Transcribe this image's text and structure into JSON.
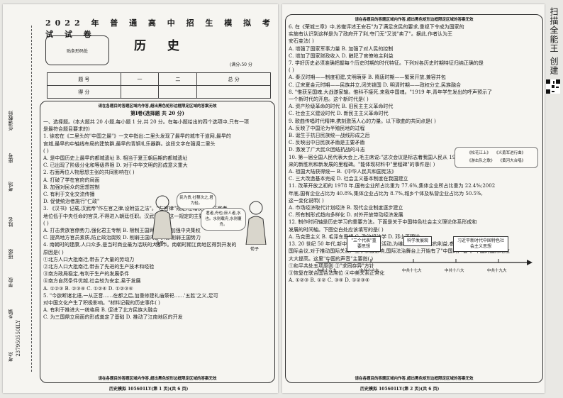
{
  "page1": {
    "year_title": "2022 年 普 通 高 中 招 生 模 拟 考 试 试 卷",
    "stamp_text": "贴条形码处",
    "subject": "历 史",
    "time_note": "(满分:50 分",
    "score_table": {
      "row1": [
        "题  号",
        "一",
        "二",
        "总  分"
      ],
      "row2_label": "得  分"
    },
    "side_labels": [
      "任课教师",
      "座号",
      "考场",
      "姓名",
      "班级",
      "学校",
      "乡镇",
      "考点",
      "237950550ILY"
    ],
    "warn_top": "请在各题目的答题区域内作答,超出黑色矩形边框限定区域的答案无效",
    "section_title": "第Ⅰ卷(选择题  共 20 分)",
    "lines": [
      "一、选择题。(本大题共 20 小题,每小题 1 分,共 20 分。在每小题给出的四个选项中,只有一项",
      "    是最符合题目要求的)",
      "  1. 徐宏在《二里头的\"中国之最\"》一文中指出:二里头发现了最早的城市干道网,最早的",
      "    宫城,最早的中轴线布局的建筑群,最早的青铜礼乐器群。这段文字在强调二里头",
      "                                                                      (      )",
      "    A. 是中国历史上最早的都城遗址                B. 相当于夏王朝后期的都城遗址",
      "    C. 已出现了阶级分化和等级界限               D. 对于中华文明的形成意义重大",
      "  2. 右面两位人物思想主张的共同影响在(       )",
      "    A. 打破了学在官府的局面",
      "    B. 加强对民众的思想控制",
      "    C. 有利于文化交流传播",
      "    D. 促使统治者施行\"仁政\"",
      "  3. 《汉书》记载,汉武帝\"作左官之律,设附益之法\"。\"左官律\"规定,在诸侯王国任官者,",
      "    地位低于中央任命的官员,不得进入朝廷任职。汉武帝作出这一规定的主要目的是在",
      "                                                                      (      )",
      "    A. 打击贵族官僚势力,强化君主专制           B. 限制王国网罗人才,加强中央集权",
      "    C. 提高地方官员素质,防止政治腐败           D. 削弱王国内部矛盾,削弱王国势力",
      "  4. 南朝时的建康,人口众多,是当时商业最为活跃的大都市。南朝时期江南地区得到开发的",
      "    原因是(       )",
      "    ①北方人口大批南迁,带去了大量的劳动力",
      "    ②北方人口大批南迁,带去了先进的生产技术和经验",
      "    ③南方政局稳定,有利于生产的发展条件",
      "    ④南方自然条件优越,社会较为安定,易于发展",
      "    A. ①②③         B. ②③④         C. ①②④         D. ①②③④",
      "  5. \"今欲断诸北语,一从正音……在都之后,加重修建礼庙祭祀……'五胜'之义,足可",
      "    对中国文化产生了积极影响。\"材料记载的历史事件(       )",
      "    A. 有利于推进大一统格局                    B. 促进了北方民族大融合",
      "    C. 为三国鼎立局面的形成奠定了基础           D. 推动了江南地区的开发"
    ],
    "bubble_mencius": "民为贵,社稷次之,君为轻。",
    "label_mencius": "孟子",
    "bubble_xunzi": "君者,舟也;庶人者,水也。水则载舟,水则覆舟。",
    "label_xunzi": "荀子",
    "warn_bottom": "请在各题目的答题区域内作答,超出黑色矩形边框限定区域的答案无效",
    "footer": "历史模拟 105601LY(第 1 页)(共 6 页)"
  },
  "page2": {
    "warn_top": "请在各题目的答题区域内作答,超出黑色矩形边框限定区域的答案无效",
    "lines": [
      "6. 在《荣城三章》中,苏辙评述王安石\"为了满足贪民的要求,重视下令成为国家的",
      "   实施有认识到这样是为了政府开了利,夺门无\"又说\"卖了\"。据此,作者认为王",
      "   安石变法(       )",
      "   A. 增强了国家军事力量                    B. 加强了对人民的控制",
      "   C. 增加了国家财政收入                    D. 触犯了官僚地主利益",
      "7. 学好历史必须准确把握每个历史时期的时代特征。下列对各历史时期特征归纳正确的是",
      "                                                                    (      )",
      "   A. 秦汉时期——制度初建,文明萌芽            B. 隋唐时期——繁荣开放,兼容并包",
      "   C. 辽宋夏金元时期——民族并立,闭关锁国      D. 明清时期——政权分立,民族融合",
      "8. \"惟获至国魂,大战遂家输。惟科不接死,来我中国魂。\"1919 年,青年学生发出的呼声预示了",
      "   一个新时代的开启。这个新时代是(       )",
      "   A. 资产阶级革命的时代                    B. 旧民主主义革命时代",
      "   C. 社会主义建设时代                      D. 新民主主义革命时代",
      "9. 歌曲传唱时代精神,携刻激荡人心的力量。以下歌曲的共同点是(       )",
      "   A. 反映了中国沦为半殖民地的过程",
      "   B. 诞生于抗日民族统一战线形成之后",
      "   C. 反映出中日民族矛盾是主要矛盾",
      "   D. 激发了广大民众团结抗战的斗志",
      "10. 第一届全国人民代表大会上,毛主席说:\"这次会议是标志着我国人民从 1949 年建国以",
      "    来的新胜利和新发展的里程碑。\"能体现材料中\"里程碑\"的事件是(       )",
      "    A. 祖国大陆获得统一                     B.《中华人民共和国宪法》",
      "    C. 三大改造基本完成                      D. 社会主义基本制度在我国建立",
      "11. 改革开放之初的 1978 年,国有企业所占比重为 77.6%,集体企业所占比重为 22.4%;2002",
      "    年底,国有企业占比为 40.8%,集体企业占比为 8.7%,城乡个体及私营企业占比为 50.5%,",
      "    这一变化说明(       )",
      "    A. 市场经济取代计划经济                  B. 现代企业制度逐步建立",
      "    C. 所有制形式趋向多样化                  D. 对外开放带动经济发展",
      "12. 制作时间轴是历史学习的重要方法。下面是关于中国特色社会主义理论体系形成和",
      "    发展的时间轴。下图空白处应该填写的是(       )",
      "    A. 马克思主义           B. 毛泽东思想         C. 政治经济学         D. 邓小平理论",
      "13. 20 世纪 50 年代,新中国积极开展外交活动,为维护国家和民族的利益,参加了一系列",
      "    国际会议,对于推动国际关系产生了积极影响,国际法治舞台上开始有了\"中国的声音\"。中国的国际地位",
      "    大大提高。这里\"中国的声音\"主要指(       )",
      "    ①和平共处五项原则                        ②\"求同存异\"方针",
      "    ③恢复在联合国合法席位                    ④中美关系正常化",
      "    A. ①②③              B. ①②          C. ③④          D. ①②③④"
    ],
    "songs": [
      "《松花江上》",
      "《义勇军进行曲》",
      "《游击队之歌》",
      "《黄河大合唱》"
    ],
    "timeline_boxes": [
      "\"三个代表\"重要思想",
      "科学发展观",
      "习近平新时代中国特色社会主义思想"
    ],
    "timeline_labels": [
      "中共十五大",
      "中共十六大",
      "中共十七大",
      "中共十八大",
      "中共十九大"
    ],
    "warn_bottom": "请在各题目的答题区域内作答,超出黑色矩形边框限定区域的答案无效",
    "footer": "历史模拟 105601LY(第 2 页)(共 6 页)"
  },
  "watermark": "扫描全能王 创建"
}
